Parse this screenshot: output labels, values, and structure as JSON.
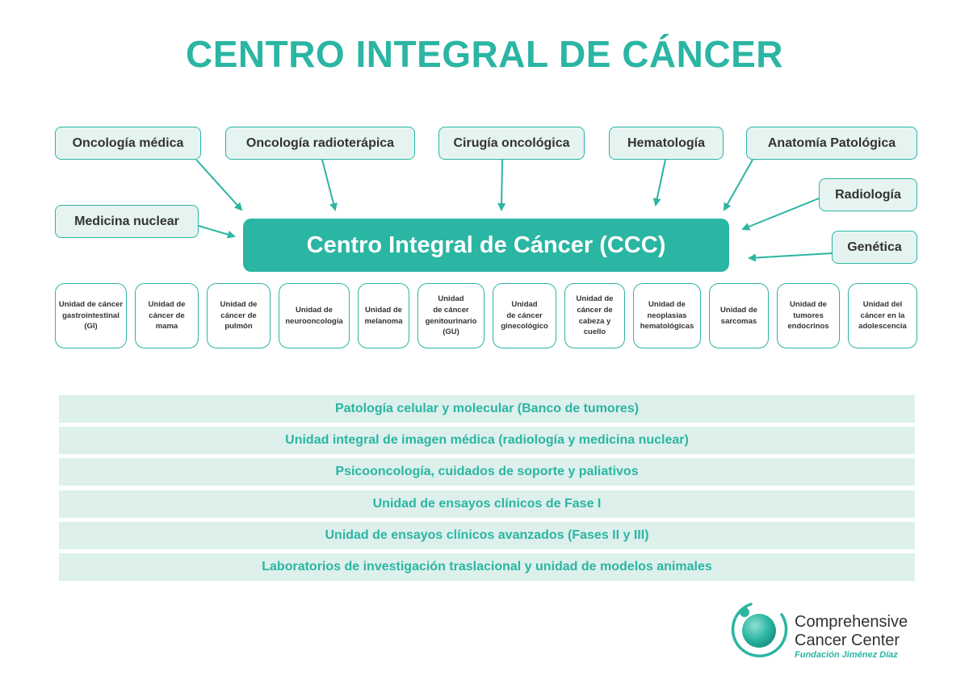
{
  "title": "CENTRO INTEGRAL DE CÁNCER",
  "colors": {
    "accent": "#2bb5a3",
    "light": "#e6f4f1",
    "band": "#ddf0ec",
    "text": "#333333"
  },
  "departments": {
    "oncologia_medica": "Oncología médica",
    "oncologia_radioterapica": "Oncología radioterápica",
    "cirugia_oncologica": "Cirugía oncológica",
    "hematologia": "Hematología",
    "anatomia_patologica": "Anatomía Patológica",
    "radiologia": "Radiología",
    "medicina_nuclear": "Medicina nuclear",
    "genetica": "Genética"
  },
  "center": "Centro Integral de Cáncer (CCC)",
  "units": [
    "Unidad de cáncer\ngastrointestinal\n(GI)",
    "Unidad de\ncáncer de\nmama",
    "Unidad de\ncáncer de\npulmón",
    "Unidad de\nneurooncología",
    "Unidad de\nmelanoma",
    "Unidad\nde cáncer\ngenitourinario\n(GU)",
    "Unidad\nde cáncer\nginecológico",
    "Unidad de\ncáncer de\ncabeza y cuello",
    "Unidad de\nneoplasias\nhematológicas",
    "Unidad de\nsarcomas",
    "Unidad de\ntumores\nendocrinos",
    "Unidad del\ncáncer en la\nadolescencia"
  ],
  "services": [
    "Patología celular y molecular (Banco de tumores)",
    "Unidad integral de imagen médica (radiología y medicina nuclear)",
    "Psicooncología, cuidados de soporte y paliativos",
    "Unidad de ensayos clínicos de Fase I",
    "Unidad de ensayos clínicos avanzados (Fases II y III)",
    "Laboratorios de investigación traslacional y unidad de modelos animales"
  ],
  "logo": {
    "line1": "Comprehensive",
    "line2": "Cancer Center",
    "line3": "Fundación Jiménez Díaz"
  }
}
